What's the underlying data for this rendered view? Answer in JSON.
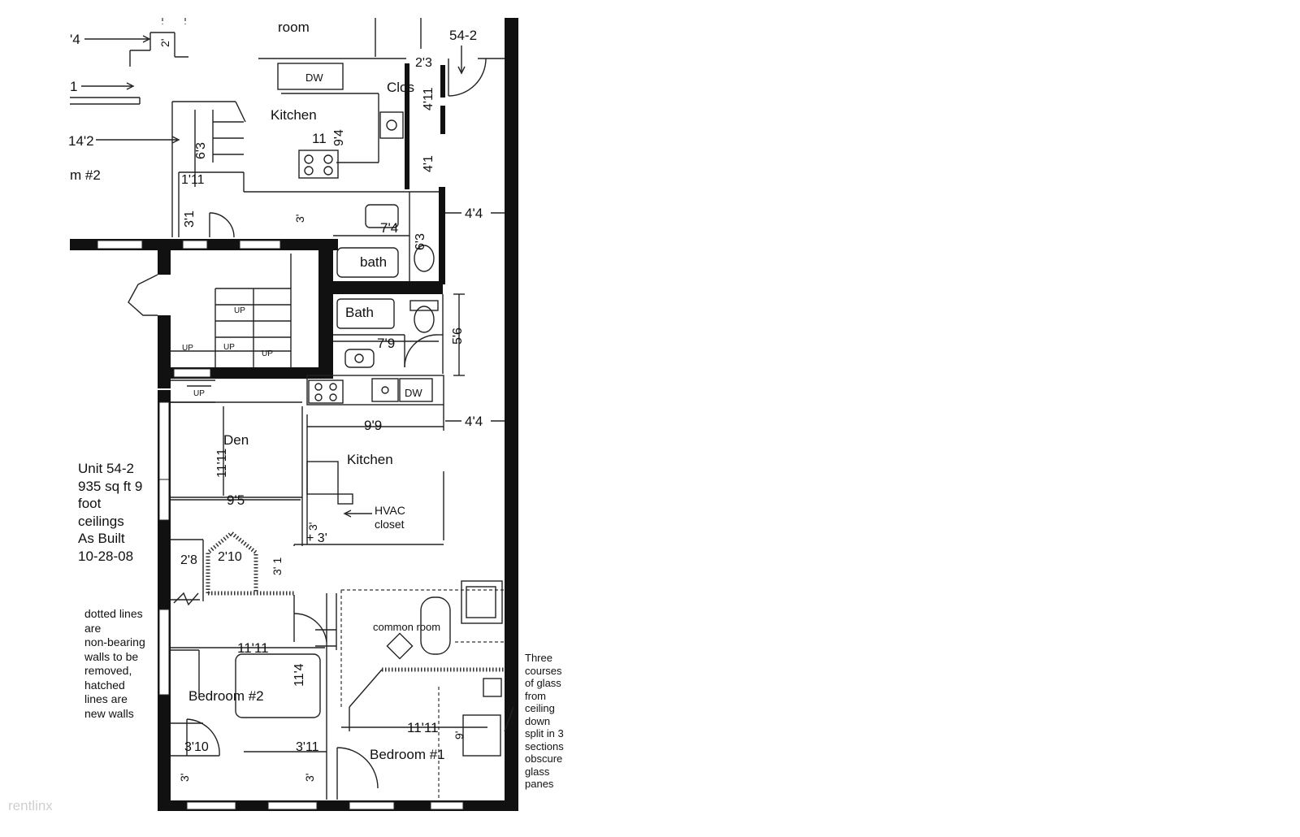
{
  "room_labels": {
    "room_top": "room",
    "unit_top": "54-2",
    "closet_top": "Clos",
    "kitchen_upper": "Kitchen",
    "bath_lower": "bath",
    "bath_upper": "Bath",
    "den": "Den",
    "kitchen_main": "Kitchen",
    "hvac_line1": "HVAC",
    "hvac_line2": "closet",
    "common_room": "common room",
    "bedroom_2": "Bedroom #2",
    "bedroom_1": "Bedroom #1",
    "partial_room": "m #2",
    "dishwasher_upper": "DW",
    "dishwasher_main": "DW"
  },
  "stair_labels": [
    "UP",
    "UP",
    "UP",
    "UP",
    "UP"
  ],
  "dimensions": {
    "d_2_4": "'4",
    "d_2": "2'",
    "d_1": "1",
    "d_14_2": "14'2",
    "d_2_3": "2'3",
    "d_4_11": "4'11",
    "d_11": "11",
    "d_9_4": "9'4",
    "d_6_3a": "6'3",
    "d_4_1": "4'1",
    "d_1_11": "1'11",
    "d_3_1": "3'1",
    "d_3a": "3'",
    "d_7_4": "7'4",
    "d_6_3b": "6'3",
    "d_4_4a": "4'4",
    "d_5_6": "5'6",
    "d_7_9": "7'9",
    "d_9_9": "9'9",
    "d_4_4b": "4'4",
    "d_11_11a": "11'11",
    "d_9_5": "9'5",
    "d_3b": "3'",
    "d_3c": "+ 3'",
    "d_2_8": "2'8",
    "d_2_10": "2'10",
    "d_3_1b": "3' 1",
    "d_11_11b": "11'11",
    "d_11_4": "11'4",
    "d_11_11c": "11'11",
    "d_9": "9'",
    "d_3_10": "3'10",
    "d_3_11": "3'11",
    "d_3d": "3'",
    "d_3e": "3'"
  },
  "notes": {
    "unit": [
      "Unit 54-2",
      "935 sq ft 9",
      "foot",
      "ceilings",
      "As Built",
      "10-28-08"
    ],
    "dotted": [
      "dotted lines",
      "are",
      "non-bearing",
      "walls to be",
      "removed,",
      "hatched",
      "lines are",
      "new walls"
    ],
    "glass": [
      "Three",
      "courses",
      "of glass",
      "from",
      "ceiling",
      "down",
      "split in 3",
      "sections",
      "obscure",
      "glass",
      "panes"
    ]
  },
  "watermark": "rentlinx"
}
